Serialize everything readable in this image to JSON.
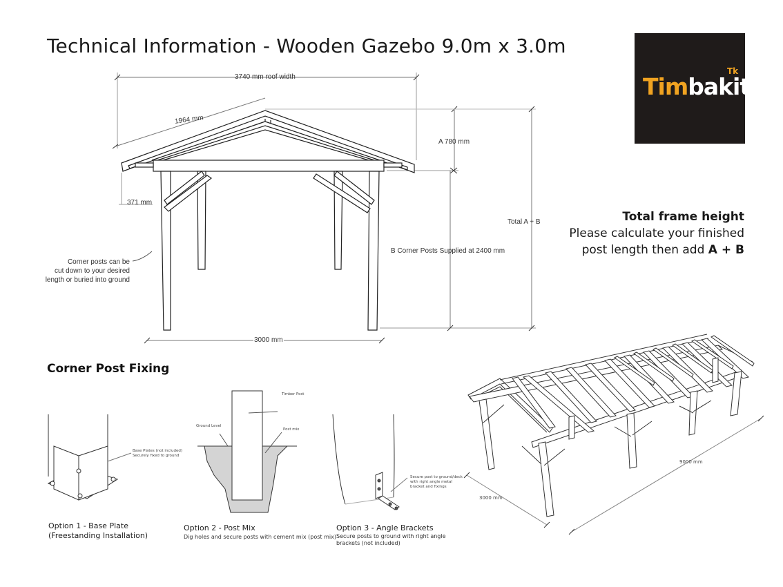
{
  "header": {
    "title": "Technical Information - Wooden Gazebo 9.0m x 3.0m"
  },
  "logo": {
    "word_orange": "Tim",
    "word_white": "bakit",
    "superscript": "Tk",
    "colors": {
      "background": "#1f1b1a",
      "orange": "#f0a321",
      "white": "#ffffff"
    }
  },
  "elevation": {
    "roof_width": "3740 mm roof width",
    "rafter_length": "1964 mm",
    "overhang": "371 mm",
    "a_height": "A 780 mm",
    "total": "Total A + B",
    "b_posts": "B Corner Posts Supplied at 2400 mm",
    "base_width": "3000 mm",
    "posts_note": [
      "Corner posts can be",
      "cut down to your desired",
      "length or buried into ground"
    ]
  },
  "frame_note": {
    "heading": "Total frame height",
    "line1": "Please calculate your finished",
    "line2_prefix": "post length then add ",
    "line2_bold": "A + B"
  },
  "fixing": {
    "heading": "Corner Post Fixing",
    "option1": {
      "callout_1": "Base Plates (not included)",
      "callout_2": "Securely fixed to ground",
      "title": "Option 1 - Base Plate",
      "subtitle": "(Freestanding Installation)"
    },
    "option2": {
      "timber_post": "Timber Post",
      "ground_level": "Ground Level",
      "post_mix": "Post mix",
      "title": "Option 2 - Post Mix",
      "desc": "Dig holes and secure posts with cement mix (post mix)"
    },
    "option3": {
      "callout_1": "Secure post to ground/deck",
      "callout_2": "with right angle metal",
      "callout_3": "bracket and fixings",
      "title": "Option 3 - Angle Brackets",
      "desc_1": "Secure posts to ground with right angle",
      "desc_2": "brackets (not included)"
    }
  },
  "perspective": {
    "width": "3000 mm",
    "length": "9000 mm"
  }
}
